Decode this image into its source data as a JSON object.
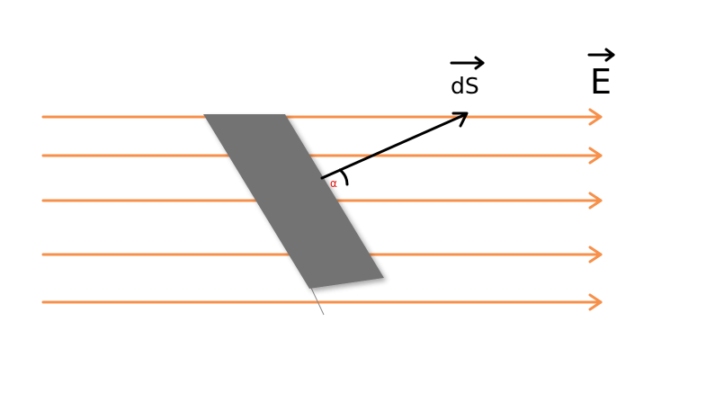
{
  "labels": {
    "surface_vector": "dS",
    "field": "E",
    "angle": "α"
  },
  "colors": {
    "field_lines": "#F7904A",
    "surface": "#737373",
    "vector": "#000000",
    "angle_label": "#E0201B",
    "background": "#FFFFFF"
  },
  "field_line_count": 5
}
